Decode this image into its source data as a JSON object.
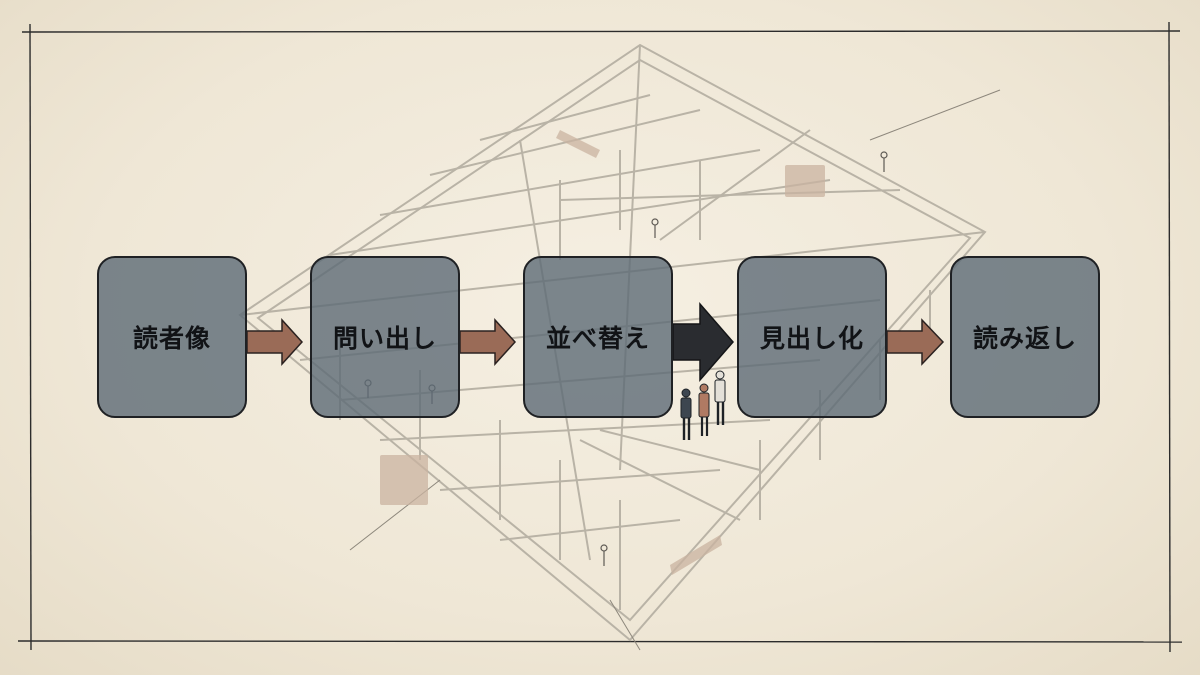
{
  "diagram": {
    "steps": [
      {
        "label": "読者像"
      },
      {
        "label": "問い出し"
      },
      {
        "label": "並べ替え"
      },
      {
        "label": "見出し化"
      },
      {
        "label": "読み返し"
      }
    ],
    "arrows": [
      {
        "style": "standard",
        "color": "#9a6b57"
      },
      {
        "style": "standard",
        "color": "#9a6b57"
      },
      {
        "style": "emphasized",
        "color": "#2a2c30"
      },
      {
        "style": "standard",
        "color": "#9a6b57"
      }
    ]
  },
  "colors": {
    "paper": "#efe7d6",
    "box_fill": "#5c6a75",
    "box_border": "#1f2124",
    "sketch_line": "#b9b3a6",
    "timber": "#c9b3a0"
  }
}
